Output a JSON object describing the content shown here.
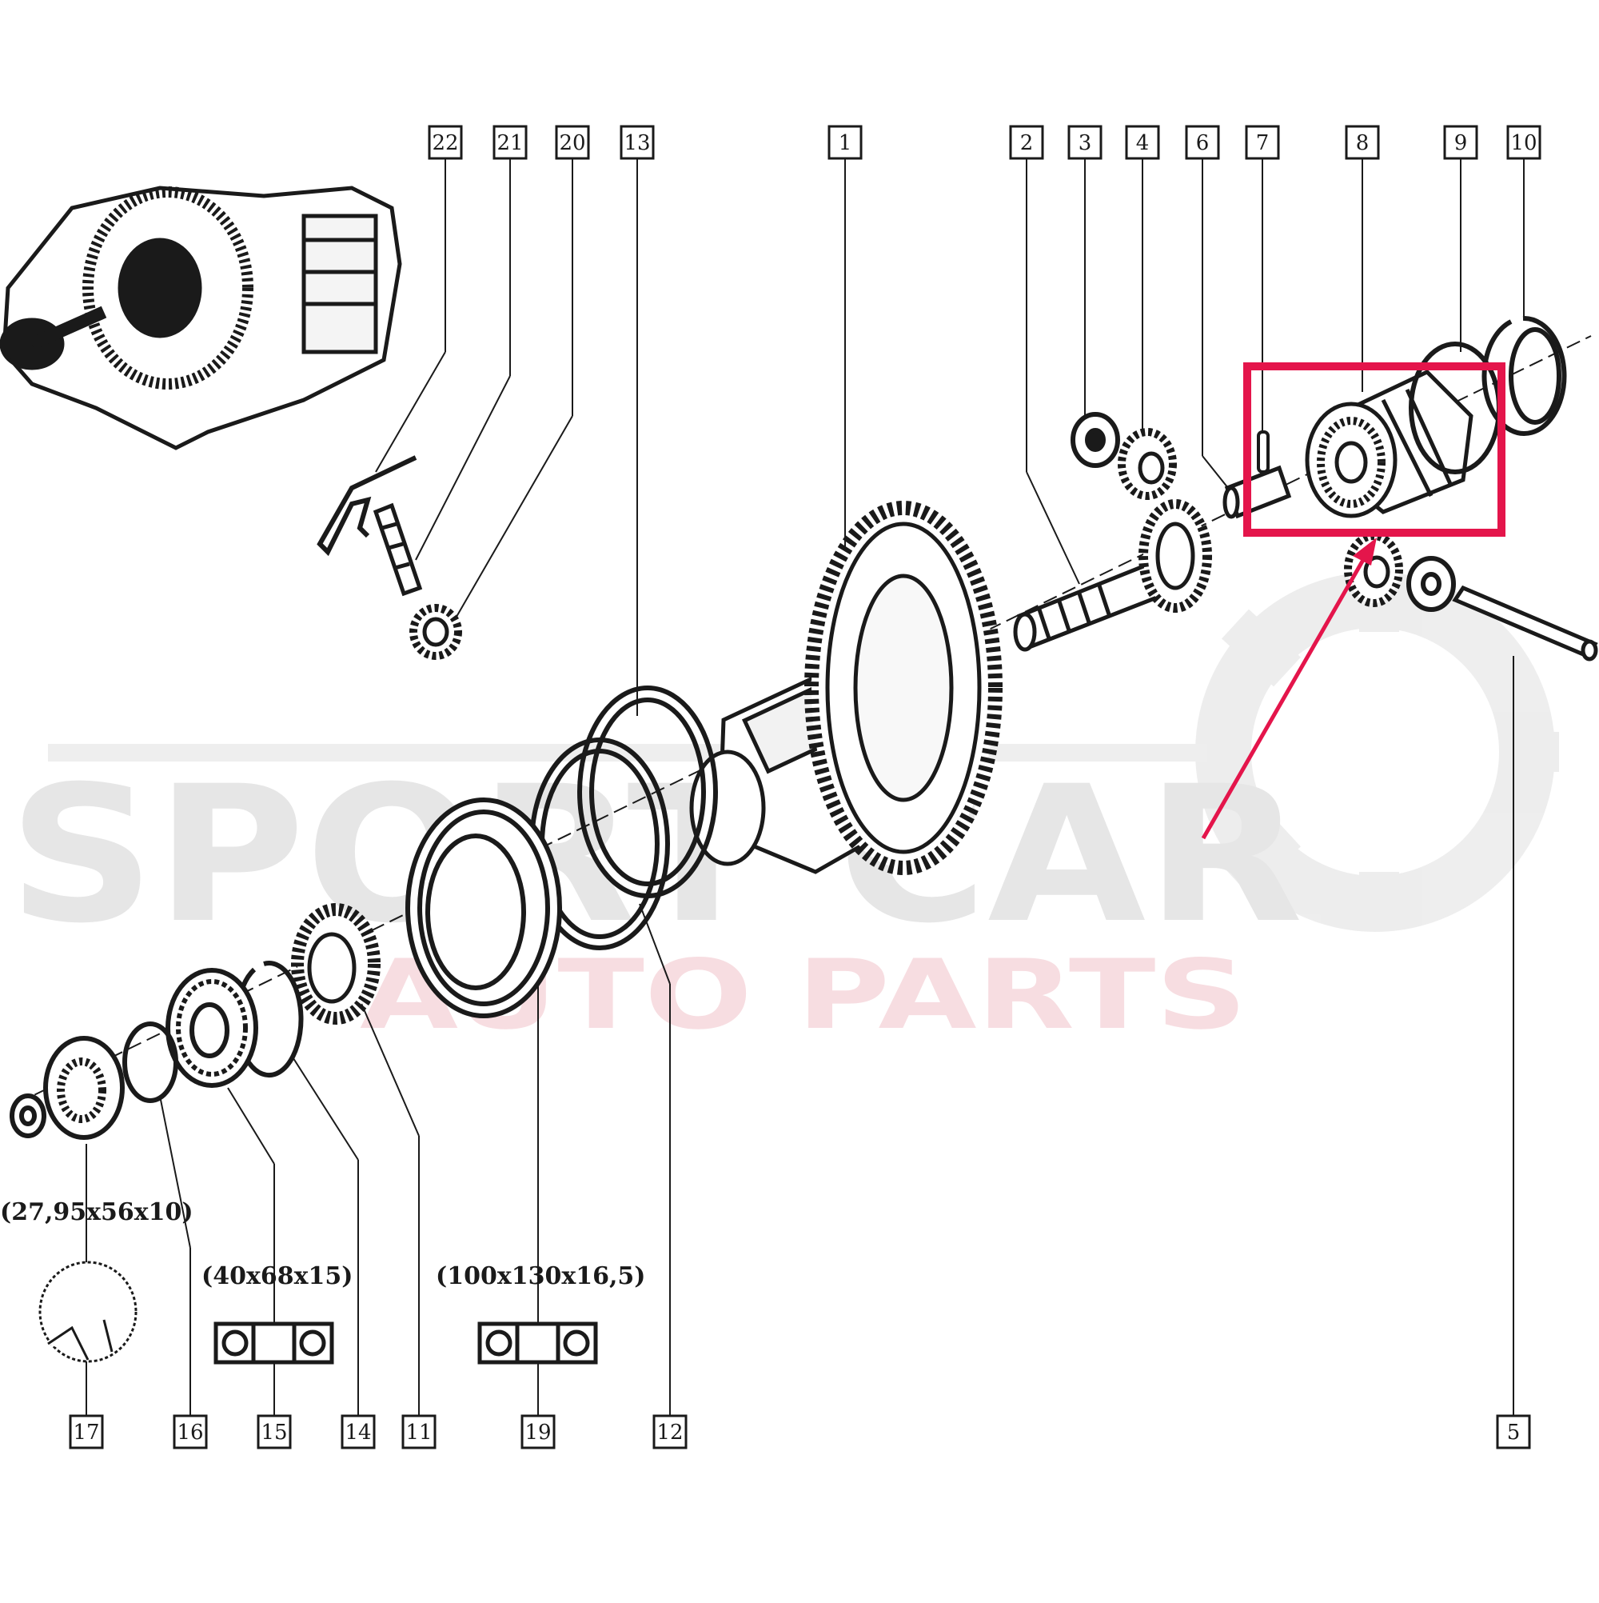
{
  "callouts_top": [
    "22",
    "21",
    "20",
    "13",
    "1",
    "2",
    "3",
    "4",
    "6",
    "7",
    "8",
    "9",
    "10"
  ],
  "callouts_bottom": [
    "17",
    "16",
    "15",
    "14",
    "11",
    "19",
    "12",
    "5"
  ],
  "dimensions": {
    "seal_small": "(27,95x56x10)",
    "bearing_15": "(40x68x15)",
    "bearing_19": "(100x130x16,5)"
  },
  "watermark": {
    "line1": "SPORT CAR",
    "line2": "AUTO PARTS"
  },
  "colors": {
    "highlight": "#e4154b",
    "line": "#1a1a1a",
    "watermark_gray": "#e6e6e6",
    "watermark_pink": "#f7dde1"
  }
}
